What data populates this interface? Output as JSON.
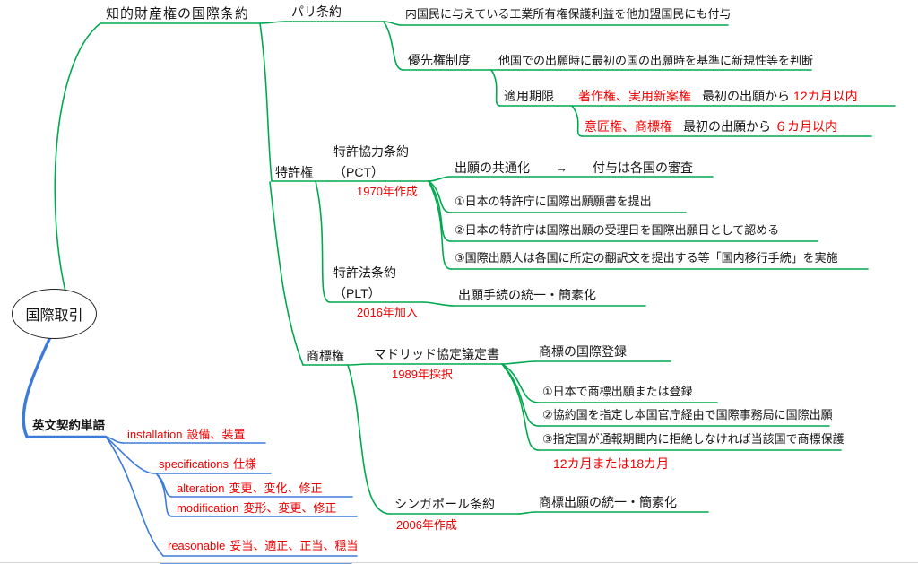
{
  "colors": {
    "tree_green": "#00a94f",
    "branch_blue": "#3d7bd9",
    "accent_red": "#ef0000",
    "text_black": "#151515"
  },
  "root": {
    "label": "国際取引"
  },
  "ip": {
    "title": "知的財産権の国際条約",
    "paris": {
      "label": "パリ条約",
      "desc": "内国民に与えている工業所有権保護利益を他加盟国民にも付与",
      "priority": {
        "label": "優先権制度",
        "desc": "他国での出願時に最初の国の出願時を基準に新規性等を判断",
        "period": {
          "label": "適用期限",
          "rows": [
            {
              "rights": "著作権、実用新案権",
              "mid": "最初の出願から",
              "limit": "12カ月以内"
            },
            {
              "rights": "意匠権、商標権",
              "mid": "最初の出願から",
              "limit": "６カ月以内"
            }
          ]
        }
      }
    },
    "patent": {
      "label": "特許権",
      "pct": {
        "name1": "特許協力条約",
        "name2": "（PCT）",
        "year": "1970年作成",
        "common": "出願の共通化　　→　　付与は各国の審査",
        "steps": [
          "①日本の特許庁に国際出願願書を提出",
          "②日本の特許庁は国際出願の受理日を国際出願日として認める",
          "③国際出願人は各国に所定の翻訳文を提出する等「国内移行手続」を実施"
        ]
      },
      "plt": {
        "name1": "特許法条約",
        "name2": "（PLT）",
        "year": "2016年加入",
        "desc": "出願手続の統一・簡素化"
      }
    },
    "trademark": {
      "label": "商標権",
      "madrid": {
        "name": "マドリッド協定議定書",
        "year": "1989年採択",
        "desc": "商標の国際登録",
        "steps": [
          "①日本で商標出願または登録",
          "②協約国を指定し本国官庁経由で国際事務局に国際出願",
          "③指定国が通報期間内に拒絶しなければ当該国で商標保護"
        ],
        "period": "12カ月または18カ月"
      },
      "singapore": {
        "name": "シンガポール条約",
        "year": "2006年作成",
        "desc": "商標出願の統一・簡素化"
      }
    }
  },
  "vocab": {
    "title": "英文契約単語",
    "words": [
      {
        "en": "installation",
        "ja": "設備、装置"
      },
      {
        "en": "specifications",
        "ja": "仕様"
      },
      {
        "en": "alteration",
        "ja": "変更、変化、修正"
      },
      {
        "en": "modification",
        "ja": "変形、変更、修正"
      },
      {
        "en": "reasonable",
        "ja": "妥当、適正、正当、穏当"
      }
    ]
  }
}
